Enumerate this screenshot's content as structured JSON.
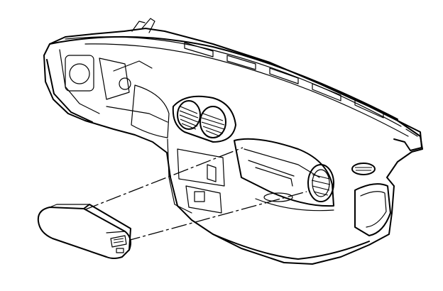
{
  "figure": {
    "type": "exploded-view line drawing",
    "subject_parts": [
      "instrument-panel",
      "storage-compartment"
    ],
    "background": "#ffffff",
    "line_color": "#000000"
  }
}
